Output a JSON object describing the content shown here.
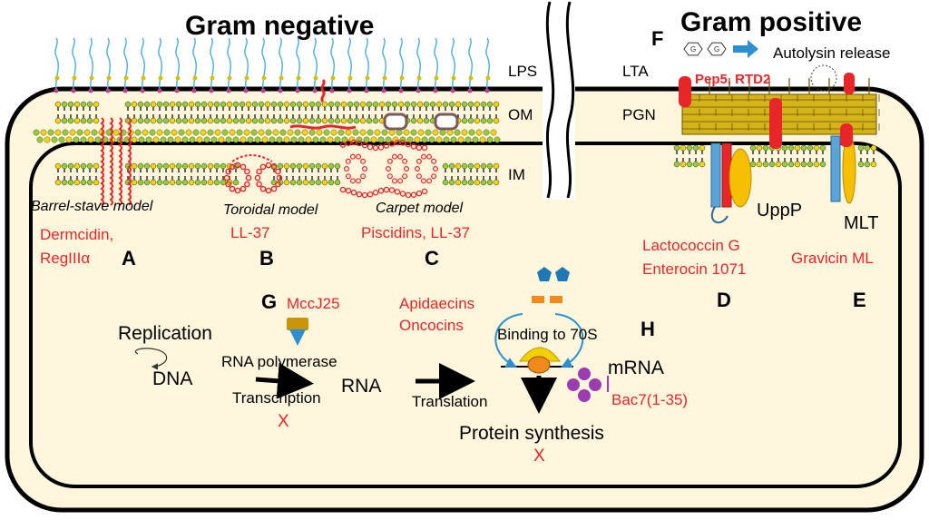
{
  "titles": {
    "gram_negative": "Gram negative",
    "gram_positive": "Gram positive"
  },
  "layers": {
    "lps": "LPS",
    "om": "OM",
    "im": "IM",
    "lta": "LTA",
    "pgn": "PGN"
  },
  "models": {
    "barrel": "Barrel-stave model",
    "toroidal": "Toroidal model",
    "carpet": "Carpet model"
  },
  "peptides": {
    "dermcidin": "Dermcidin,",
    "regIII": "RegIIIα",
    "ll37": "LL-37",
    "piscidins": "Piscidins, LL-37",
    "lactococcin": "Lactococcin G",
    "enterocin": "Enterocin 1071",
    "gravicin": "Gravicin ML",
    "pep5": "Pep5, RTD2",
    "mccj25": "MccJ25",
    "apidaecins": "Apidaecins",
    "oncocins": "Oncocins",
    "bac7": "Bac7(1-35)"
  },
  "panel_letters": [
    "A",
    "B",
    "C",
    "D",
    "E",
    "F",
    "G",
    "H"
  ],
  "proteins": {
    "uppp": "UppP",
    "mlt": "MLT"
  },
  "gram_positive": {
    "autolysin": "Autolysin release",
    "g_glyph": "G"
  },
  "pathway": {
    "replication": "Replication",
    "dna": "DNA",
    "rna_polymerase": "RNA polymerase",
    "transcription": "Transcription",
    "rna": "RNA",
    "translation": "Translation",
    "binding": "Binding to 70S",
    "mrna": "mRNA",
    "protein_synthesis": "Protein synthesis",
    "blocked_mark": "X"
  },
  "colors": {
    "cytoplasm": "#fdf5dc",
    "peptide_red": "#e8262a",
    "label_red": "#e8262a",
    "lipid_head_green": "#9acd32",
    "lipid_head_yellow": "#f2d600",
    "pgn_gold": "#d4b21a",
    "ribosome_yellow": "#f5d000",
    "ribosome_orange": "#f08a1c",
    "bac7_purple": "#9b3db0",
    "arrow_blue": "#2d8fcf",
    "membrane_blue": "#5ba4d8"
  }
}
